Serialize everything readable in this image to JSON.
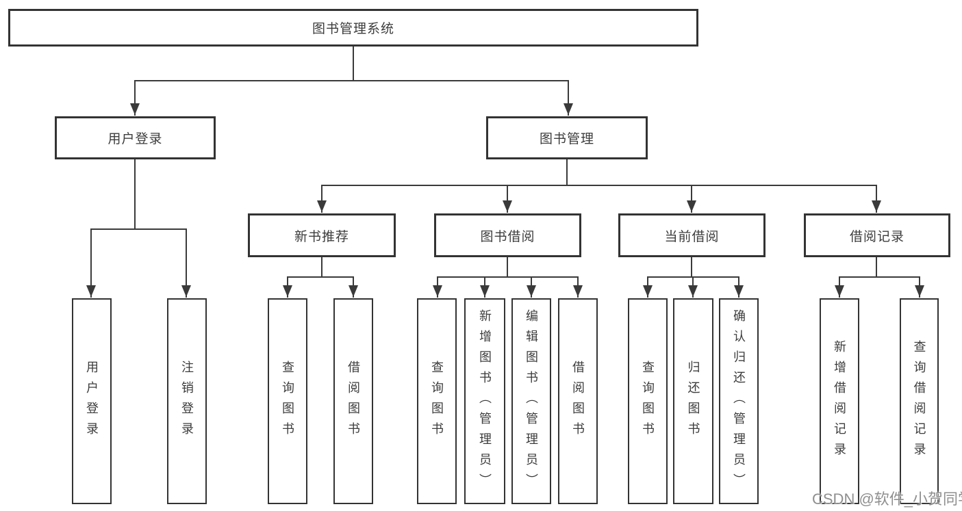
{
  "diagram": {
    "root": {
      "label": "图书管理系统"
    },
    "level2": [
      {
        "id": "user-login-module",
        "label": "用户登录"
      },
      {
        "id": "book-management-module",
        "label": "图书管理"
      }
    ],
    "level3": [
      {
        "id": "new-book-recommendation",
        "label": "新书推荐"
      },
      {
        "id": "book-borrowing",
        "label": "图书借阅"
      },
      {
        "id": "current-borrowing",
        "label": "当前借阅"
      },
      {
        "id": "borrowing-records",
        "label": "借阅记录"
      }
    ],
    "leaves": [
      {
        "id": "user-login",
        "label": "用户登录"
      },
      {
        "id": "logout",
        "label": "注销登录"
      },
      {
        "id": "query-books-recommend",
        "label": "查询图书"
      },
      {
        "id": "borrow-books-recommend",
        "label": "借阅图书"
      },
      {
        "id": "query-books-borrow",
        "label": "查询图书"
      },
      {
        "id": "add-books-admin",
        "label": "新增图书（管理员）"
      },
      {
        "id": "edit-books-admin",
        "label": "编辑图书（管理员）"
      },
      {
        "id": "borrow-books",
        "label": "借阅图书"
      },
      {
        "id": "query-books-current",
        "label": "查询图书"
      },
      {
        "id": "return-books",
        "label": "归还图书"
      },
      {
        "id": "confirm-return-admin",
        "label": "确认归还（管理员）"
      },
      {
        "id": "add-borrow-record",
        "label": "新增借阅记录"
      },
      {
        "id": "query-borrow-record",
        "label": "查询借阅记录"
      }
    ],
    "watermark": {
      "text": "CSDN @软件_小贺同学"
    },
    "colors": {
      "line": "#3a3a3a",
      "border": "#333333",
      "text": "#3c3c3c",
      "background": "#ffffff",
      "watermark": "#8f8f8f"
    }
  }
}
